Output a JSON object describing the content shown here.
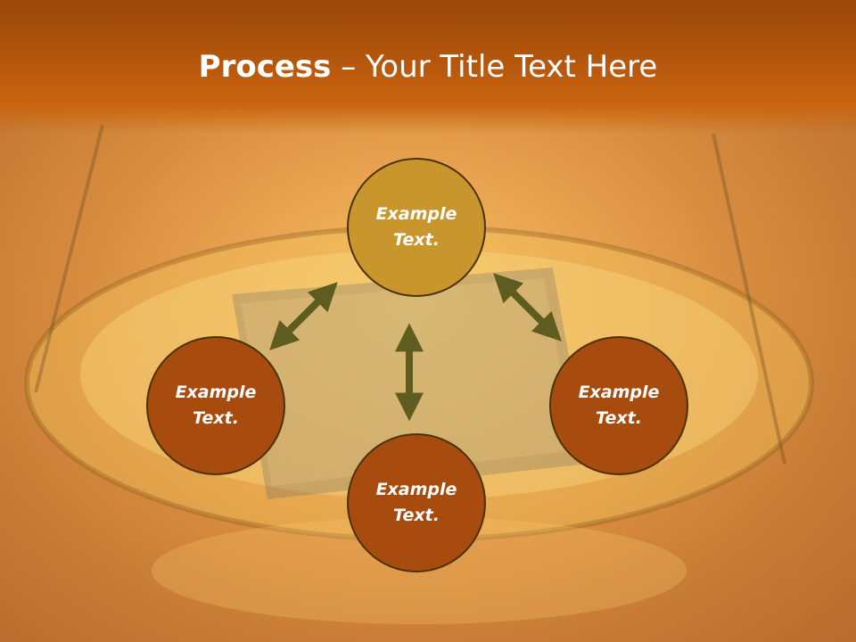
{
  "slide": {
    "title_bold": "Process",
    "title_separator": " – ",
    "title_rest": "Your Title Text Here"
  },
  "nodes": {
    "top": {
      "line1": "Example",
      "line2": "Text."
    },
    "left": {
      "line1": "Example",
      "line2": "Text."
    },
    "right": {
      "line1": "Example",
      "line2": "Text."
    },
    "bottom": {
      "line1": "Example",
      "line2": "Text."
    }
  },
  "colors": {
    "header": "#b4560d",
    "node_top_fill": "#c9962e",
    "node_fill": "#a84b0f",
    "arrow": "#5e5c1f",
    "node_border": "#4a3206"
  }
}
